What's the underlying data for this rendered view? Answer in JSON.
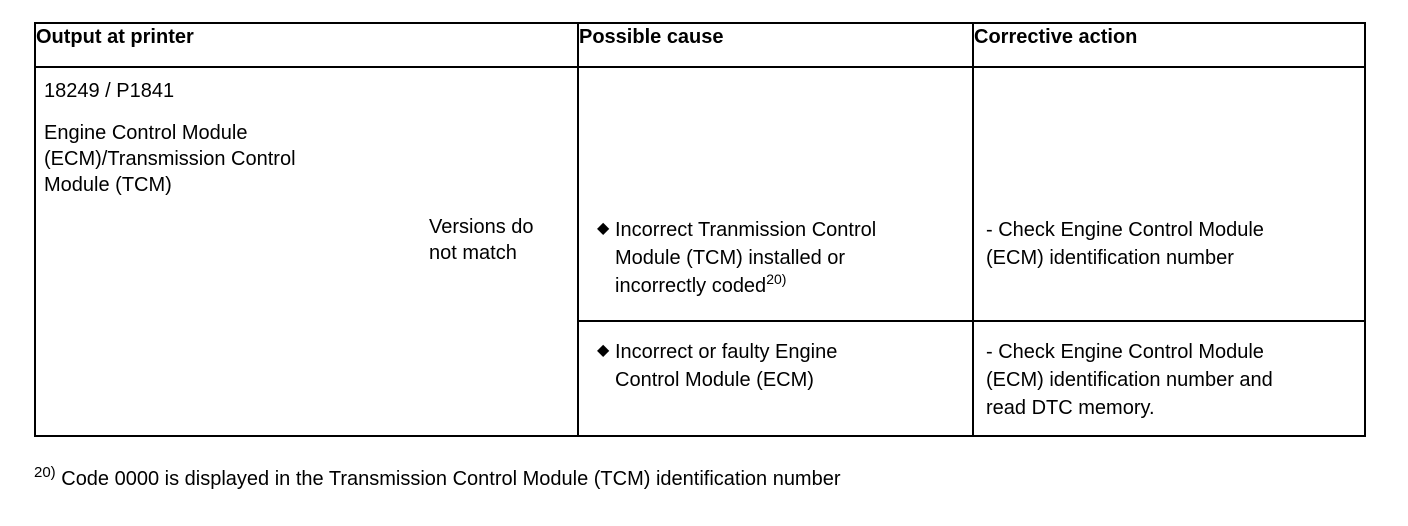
{
  "table": {
    "headers": {
      "output": "Output at printer",
      "cause": "Possible cause",
      "action": "Corrective action"
    },
    "output": {
      "code": "18249 / P1841",
      "module_line1": "Engine Control Module",
      "module_line2": "(ECM)/Transmission Control",
      "module_line3": "Module (TCM)",
      "condition_line1": "Versions do",
      "condition_line2": "not match"
    },
    "rows": [
      {
        "cause_line1": "Incorrect Tranmission Control",
        "cause_line2": "Module (TCM) installed or",
        "cause_line3": "incorrectly coded",
        "cause_footnote_ref": "20)",
        "action_line1": "- Check Engine Control Module",
        "action_line2": "(ECM) identification number"
      },
      {
        "cause_line1": "Incorrect or faulty Engine",
        "cause_line2": "Control Module (ECM)",
        "action_line1": "- Check Engine Control Module",
        "action_line2": "(ECM) identification number and",
        "action_line3": "read DTC memory."
      }
    ]
  },
  "footnote": {
    "marker": "20)",
    "text": " Code 0000 is displayed in the Transmission Control Module (TCM) identification number"
  },
  "icons": {
    "bullet": "diamond-bullet-icon"
  }
}
